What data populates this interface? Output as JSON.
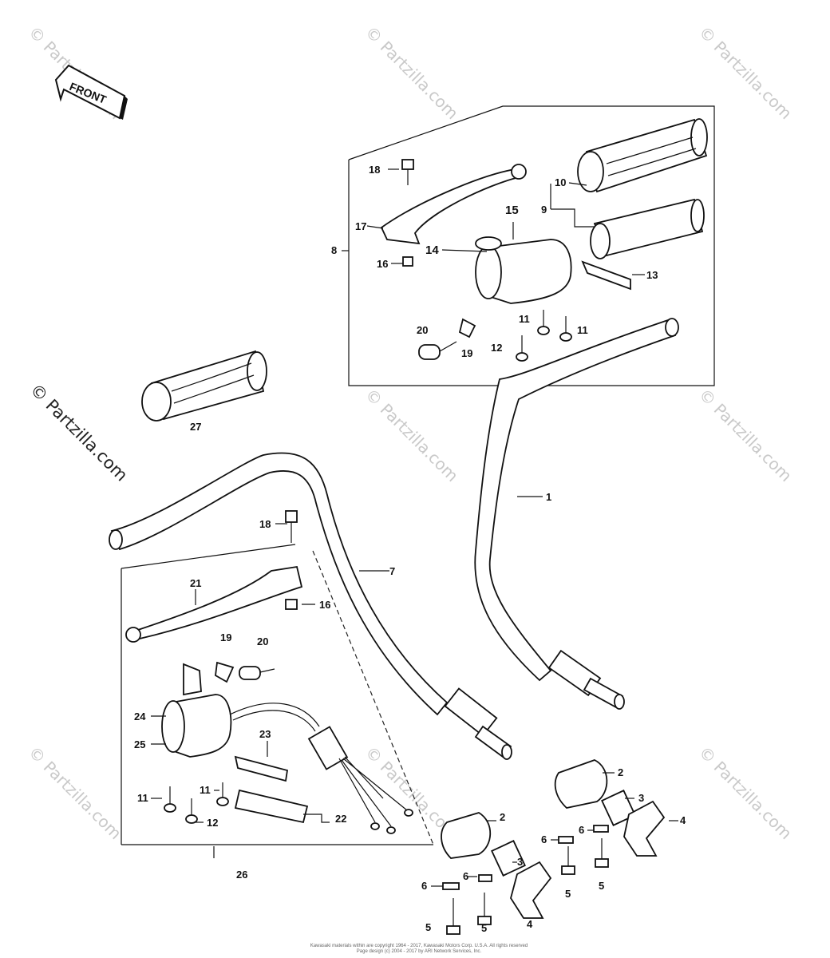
{
  "front_label": "FRONT",
  "watermark_text": "© Partzilla.com",
  "copyright": {
    "line1": "Kawasaki materials within are copyright 1964 - 2017, Kawasaki Motors Corp. U.S.A. All rights reserved",
    "line2": "Page design (c) 2004 - 2017 by ARI Network Services, Inc."
  },
  "callouts": {
    "c1": "1",
    "c2a": "2",
    "c2b": "2",
    "c3a": "3",
    "c3b": "3",
    "c4a": "4",
    "c4b": "4",
    "c5a": "5",
    "c5b": "5",
    "c5c": "5",
    "c5d": "5",
    "c6a": "6",
    "c6b": "6",
    "c6c": "6",
    "c6d": "6",
    "c7": "7",
    "c8": "8",
    "c9": "9",
    "c10": "10",
    "c11a": "11",
    "c11b": "11",
    "c11c": "11",
    "c11d": "11",
    "c12a": "12",
    "c12b": "12",
    "c13": "13",
    "c14": "14",
    "c15": "15",
    "c16a": "16",
    "c16b": "16",
    "c17": "17",
    "c18a": "18",
    "c18b": "18",
    "c19a": "19",
    "c19b": "19",
    "c20a": "20",
    "c20b": "20",
    "c21": "21",
    "c22": "22",
    "c23": "23",
    "c24": "24",
    "c25": "25",
    "c26": "26",
    "c27": "27"
  }
}
